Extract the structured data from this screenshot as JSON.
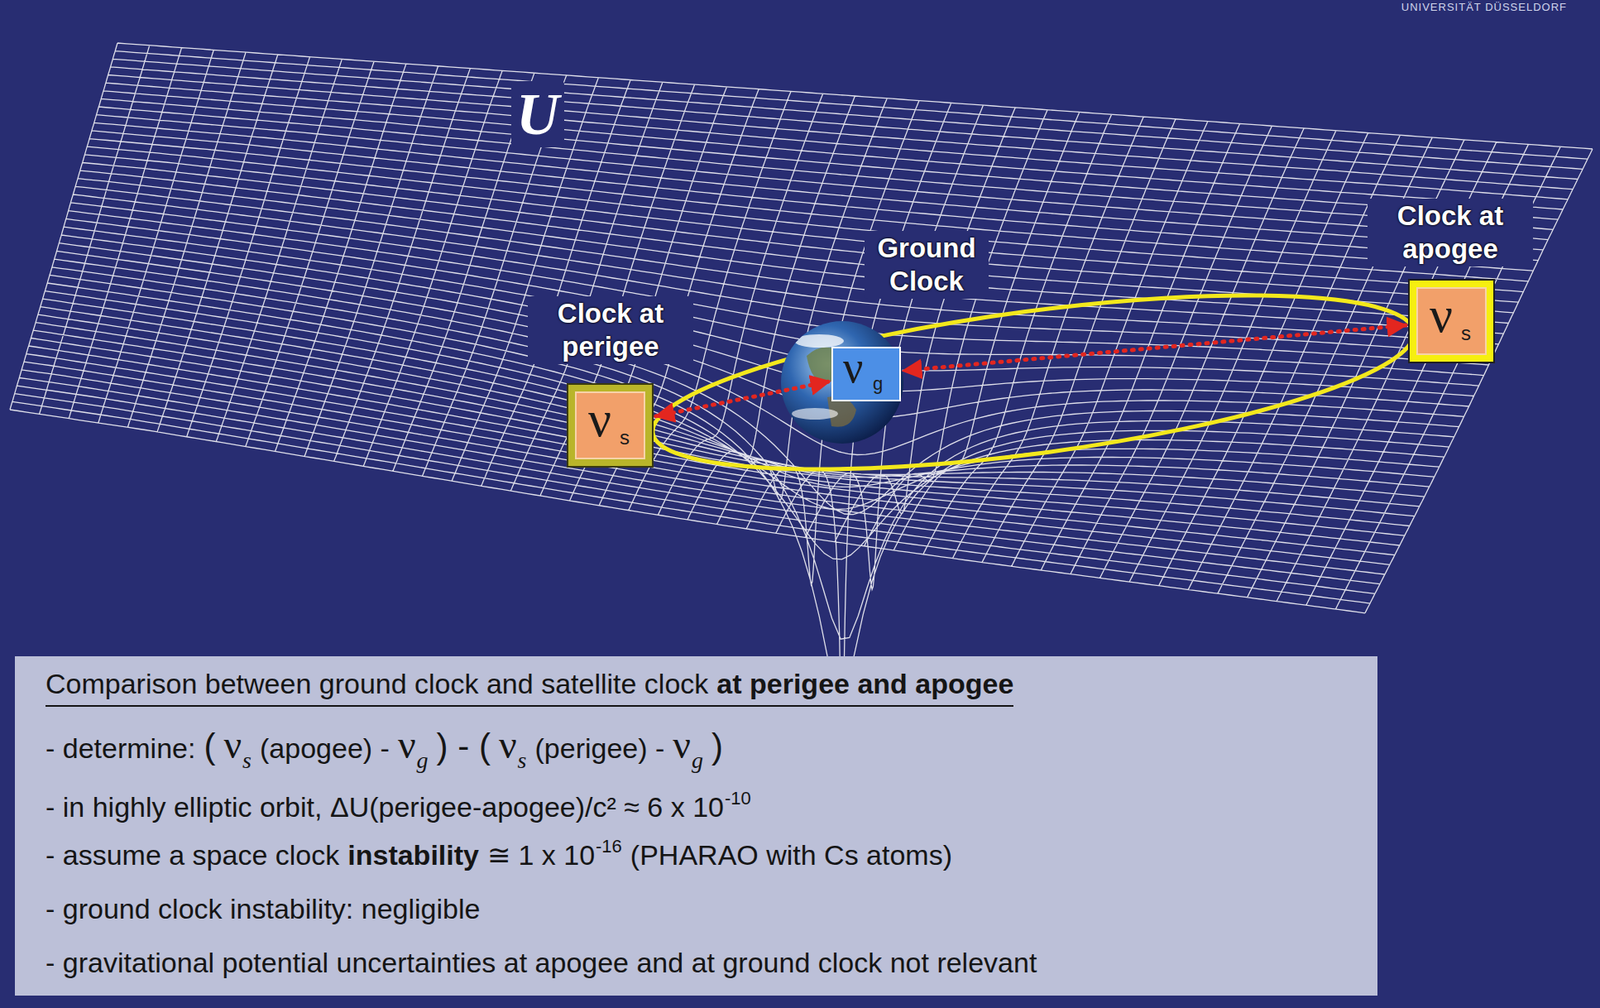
{
  "diagram": {
    "nodes": [
      {
        "text": [
          "Ground Clock",
          "ν",
          "g"
        ]
      },
      {
        "text": [
          "Clock at perigee",
          "ν",
          "s"
        ]
      },
      {
        "text": [
          "Clock at apogee",
          "ν",
          "s"
        ]
      },
      {
        "text": [
          "Comparison between ground clock and satellite clock",
          "at perigee and apogee",
          "- determine:",
          "(",
          "ν",
          "s",
          "(apogee) -",
          "ν",
          "g",
          ") - (",
          "ν",
          "s",
          "(perigee) -",
          "ν",
          "g",
          ")",
          "- in highly elliptic orbit, ΔU(perigee-apogee)/c² ≈ 6 x 10",
          "-10",
          "- assume a space clock",
          "instability",
          "≅ 1 x 10",
          "-16",
          "(PHARAO with Cs atoms)",
          "- ground clock instability: negligible",
          "- gravitational potential uncertainties at apogee and at ground clock not relevant"
        ]
      }
    ],
    "edges": [
      {
        "from": 1,
        "to": 0,
        "arrow": "both"
      },
      {
        "from": 2,
        "to": 0,
        "arrow": "both"
      }
    ],
    "labels": [
      "UNIVERSITÄT DÜSSELDORF",
      "U"
    ]
  }
}
